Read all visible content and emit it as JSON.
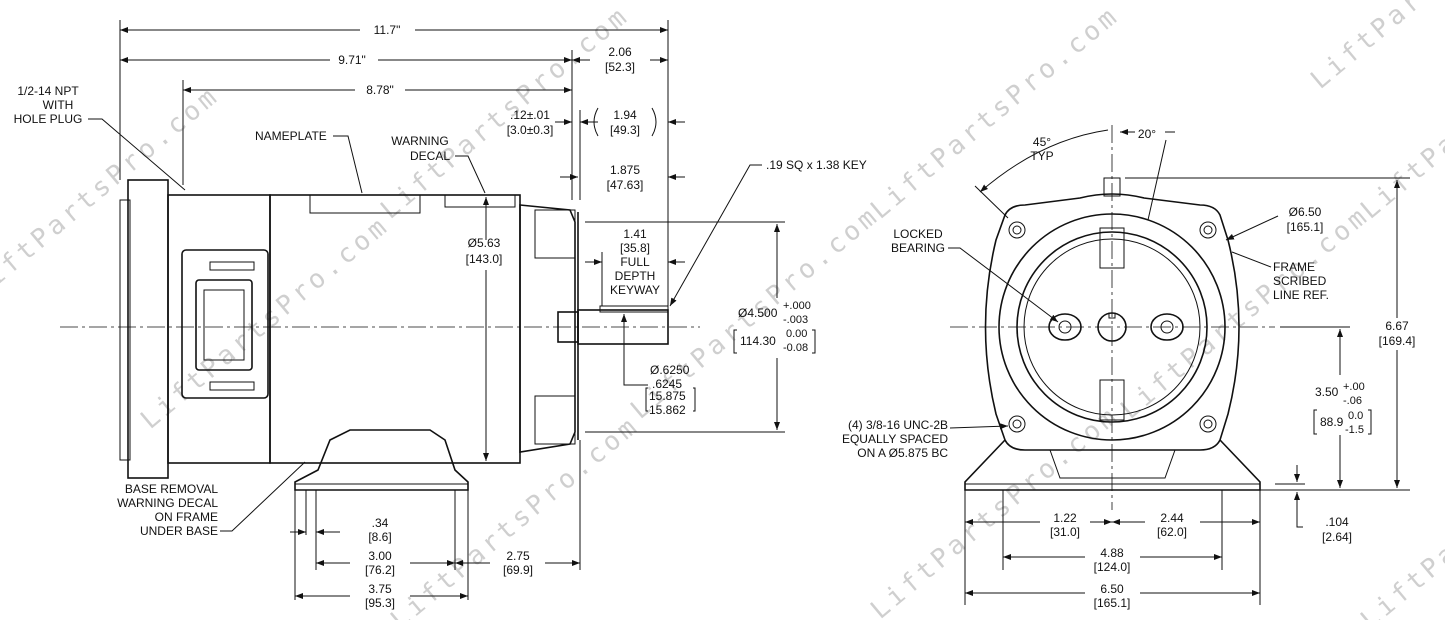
{
  "watermark": "LiftPartsPro.com",
  "side_view": {
    "overall_length": "11.7\"",
    "length_to_face": "9.71\"",
    "shaft_ext": {
      "in": "2.06",
      "mm": "[52.3]"
    },
    "length_to_mount": "8.78\"",
    "face_thickness": {
      "in": ".12±.01",
      "mm": "[3.0±0.3]"
    },
    "shaft_usable": {
      "in": "1.94",
      "mm": "[49.3]"
    },
    "shaft_length": {
      "in": "1.875",
      "mm": "[47.63]"
    },
    "keyway": {
      "in": "1.41",
      "mm": "[35.8]",
      "l1": "FULL",
      "l2": "DEPTH",
      "l3": "KEYWAY"
    },
    "key_note": ".19 SQ x 1.38 KEY",
    "body_dia": {
      "in": "Ø5.63",
      "mm": "[143.0]"
    },
    "pilot_dia": {
      "in": "Ø4.500",
      "tol_up": "+.000",
      "tol_dn": "-.003",
      "mm": "114.30",
      "mm_up": "0.00",
      "mm_dn": "-0.08"
    },
    "shaft_dia": {
      "max": "Ø.6250",
      "min": ".6245",
      "mm_max": "15.875",
      "mm_min": "15.862"
    },
    "nameplate": "NAMEPLATE",
    "warning_decal": {
      "l1": "WARNING",
      "l2": "DECAL"
    },
    "npt": {
      "l1": "1/2-14 NPT",
      "l2": "WITH",
      "l3": "HOLE PLUG"
    },
    "base_note": {
      "l1": "BASE REMOVAL",
      "l2": "WARNING DECAL",
      "l3": "ON FRAME",
      "l4": "UNDER BASE"
    },
    "foot_hole": {
      "in": ".34",
      "mm": "[8.6]"
    },
    "foot_spacing": {
      "in": "3.00",
      "mm": "[76.2]"
    },
    "foot_length": {
      "in": "3.75",
      "mm": "[95.3]"
    },
    "foot_to_face": {
      "in": "2.75",
      "mm": "[69.9]"
    }
  },
  "end_view": {
    "angle_45": {
      "l1": "45°",
      "l2": "TYP"
    },
    "angle_20": "20°",
    "locked_bearing": {
      "l1": "LOCKED",
      "l2": "BEARING"
    },
    "frame_dia": {
      "in": "Ø6.50",
      "mm": "[165.1]"
    },
    "scribed": {
      "l1": "FRAME",
      "l2": "SCRIBED",
      "l3": "LINE REF."
    },
    "holes": {
      "l1": "(4) 3/8-16 UNC-2B",
      "l2": "EQUALLY SPACED",
      "l3": "ON A  Ø5.875 BC"
    },
    "height": {
      "in": "6.67",
      "mm": "[169.4]"
    },
    "shaft_height": {
      "in": "3.50",
      "tol_up": "+.00",
      "tol_dn": "-.06",
      "mm": "88.9",
      "mm_up": "0.0",
      "mm_dn": "-1.5"
    },
    "base_thk": {
      "in": ".104",
      "mm": "[2.64]"
    },
    "half_hole": {
      "in": "1.22",
      "mm": "[31.0]"
    },
    "half_spacing": {
      "in": "2.44",
      "mm": "[62.0]"
    },
    "hole_spacing": {
      "in": "4.88",
      "mm": "[124.0]"
    },
    "base_width": {
      "in": "6.50",
      "mm": "[165.1]"
    }
  }
}
